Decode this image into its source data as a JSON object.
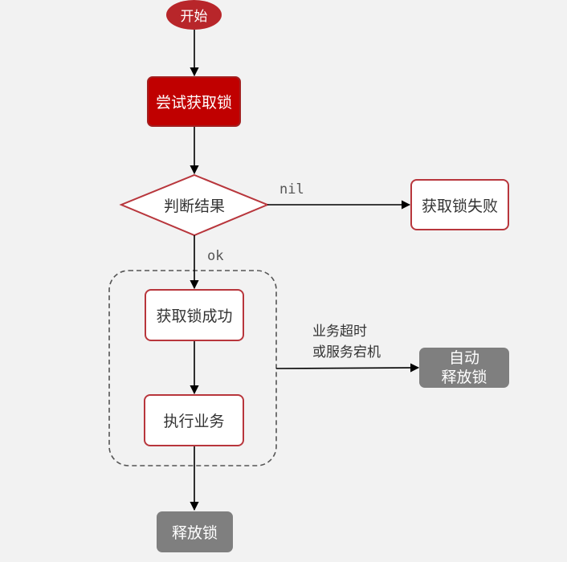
{
  "nodes": {
    "start": "开始",
    "try_lock": "尝试获取锁",
    "decision": "判断结果",
    "lock_fail": "获取锁失败",
    "lock_success": "获取锁成功",
    "execute": "执行业务",
    "auto_release": [
      "自动",
      "释放锁"
    ],
    "release": "释放锁"
  },
  "edges": {
    "nil_label": "nil",
    "ok_label": "ok",
    "timeout_label": [
      "业务超时",
      "或服务宕机"
    ]
  },
  "colors": {
    "background": "#f2f2f2",
    "accent_red": "#c00000",
    "border_red": "#b8363c",
    "gray_node": "#7f7f7f",
    "line": "#000000"
  }
}
